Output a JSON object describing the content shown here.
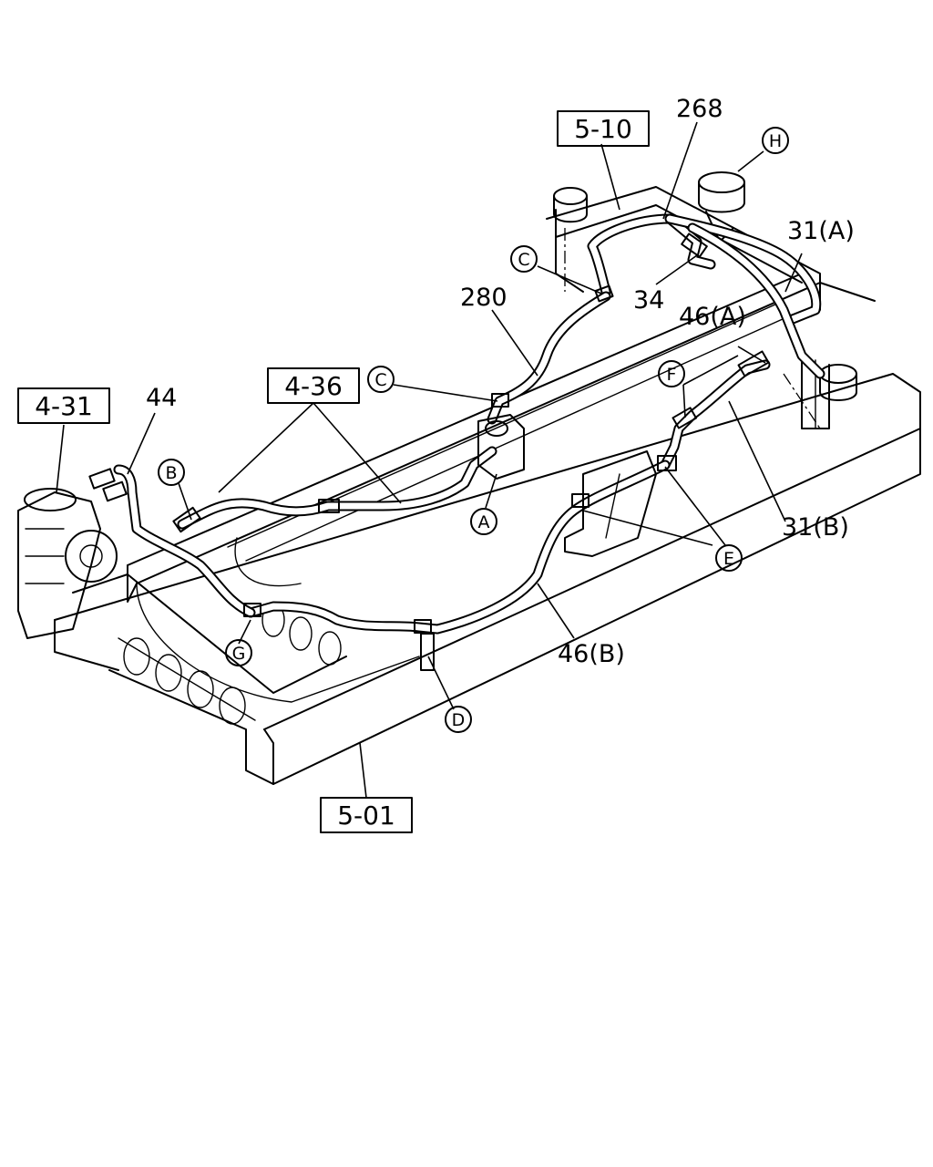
{
  "diagram": {
    "boxed_refs": {
      "ref_5_10": "5-10",
      "ref_4_31": "4-31",
      "ref_4_36": "4-36",
      "ref_5_01": "5-01"
    },
    "part_numbers": {
      "p268": "268",
      "p280": "280",
      "p34": "34",
      "p44": "44",
      "p31a": "31(A)",
      "p46a": "46(A)",
      "p31b": "31(B)",
      "p46b": "46(B)"
    },
    "callouts": {
      "a": "A",
      "b": "B",
      "c1": "C",
      "c2": "C",
      "d": "D",
      "e": "E",
      "f": "F",
      "g": "G",
      "h": "H"
    }
  }
}
